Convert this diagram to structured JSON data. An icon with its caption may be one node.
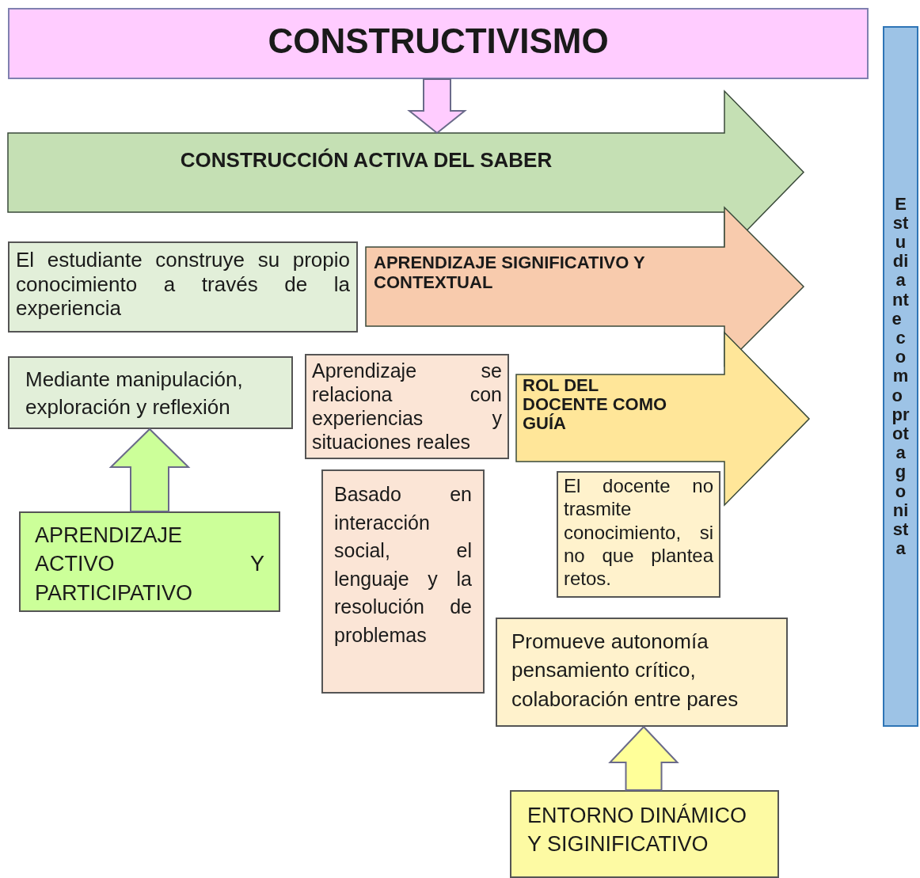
{
  "diagram": {
    "nodes": [
      {
        "text": [
          "CONSTRUCTIVISMO"
        ]
      },
      {
        "text": [
          "CONSTRUCCIÓN ACTIVA DEL SABER"
        ]
      },
      {
        "text": [
          "El estudiante construye su propio conocimiento a través de la experiencia"
        ]
      },
      {
        "text": [
          "APRENDIZAJE SIGNIFICATIVO Y CONTEXTUAL"
        ]
      },
      {
        "text": [
          "Mediante manipulación, exploración y reflexión"
        ]
      },
      {
        "text": [
          "Aprendizaje se relaciona con experiencias y situaciones reales"
        ]
      },
      {
        "text": [
          "ROL DEL DOCENTE COMO GUÍA"
        ]
      },
      {
        "text": [
          "Basado en interacción social, el lenguaje y la resolución de problemas"
        ]
      },
      {
        "text": [
          "El docente no trasmite conocimiento, si no que plantea retos."
        ]
      },
      {
        "text": [
          "APRENDIZAJE ACTIVO Y PARTICIPATIVO"
        ]
      },
      {
        "text": [
          "Promueve autonomía pensamiento crítico, colaboración entre pares"
        ]
      },
      {
        "text": [
          "ENTORNO DINÁMICO Y SIGINIFICATIVO"
        ]
      },
      {
        "text": [
          "Estudiante como protagonista"
        ]
      }
    ],
    "edges": [
      {
        "from": 0,
        "to": 1,
        "arrow": "to",
        "style": "thick",
        "color": "#ffccff"
      },
      {
        "from": 9,
        "to": 4,
        "arrow": "to",
        "style": "thick",
        "color": "#ccff99"
      },
      {
        "from": 11,
        "to": 10,
        "arrow": "to",
        "style": "thick",
        "color": "#ffff99"
      }
    ]
  }
}
